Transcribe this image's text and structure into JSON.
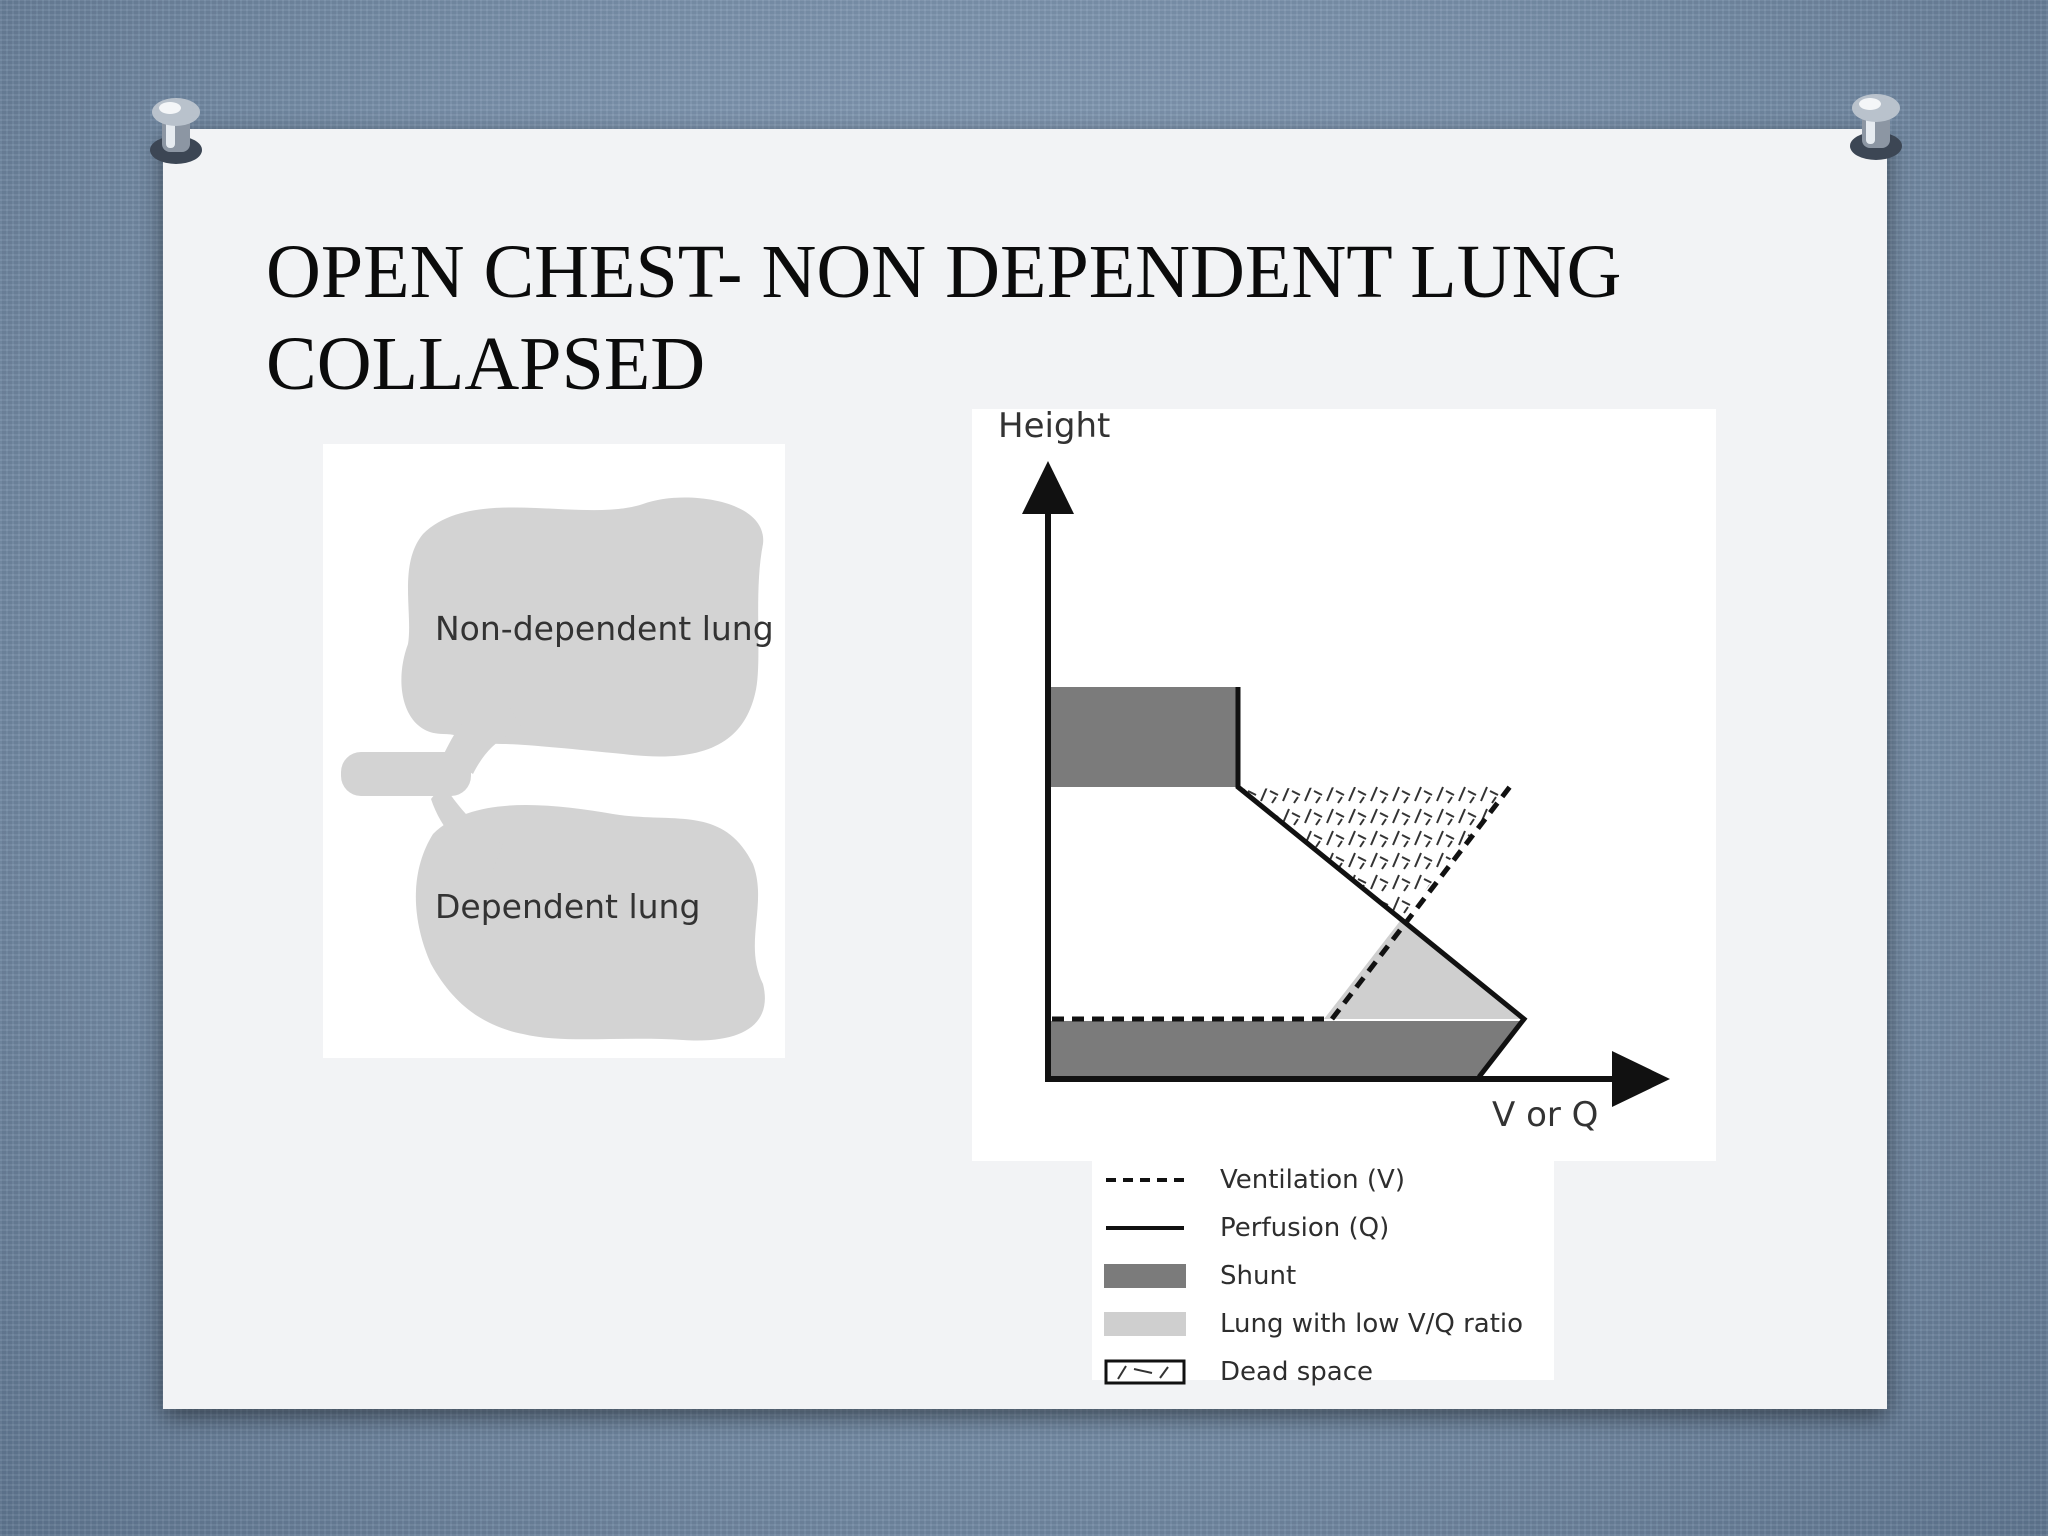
{
  "slide": {
    "title": "OPEN CHEST- NON DEPENDENT LUNG COLLAPSED"
  },
  "lung_diagram": {
    "upper_label": "Non-dependent lung",
    "lower_label": "Dependent lung",
    "lung_color": "#d3d3d3"
  },
  "vq_diagram": {
    "y_axis_label": "Height",
    "x_axis_label": "V or Q",
    "legend": [
      {
        "key": "dashed-line",
        "label": "Ventilation (V)"
      },
      {
        "key": "solid-line",
        "label": "Perfusion (Q)"
      },
      {
        "key": "dark-fill",
        "label": "Shunt"
      },
      {
        "key": "light-fill",
        "label": "Lung with low V/Q ratio"
      },
      {
        "key": "hatched-box",
        "label": "Dead space"
      }
    ],
    "colors": {
      "shunt": "#7b7b7b",
      "low_vq": "#cfcfcf",
      "line": "#111111"
    }
  }
}
